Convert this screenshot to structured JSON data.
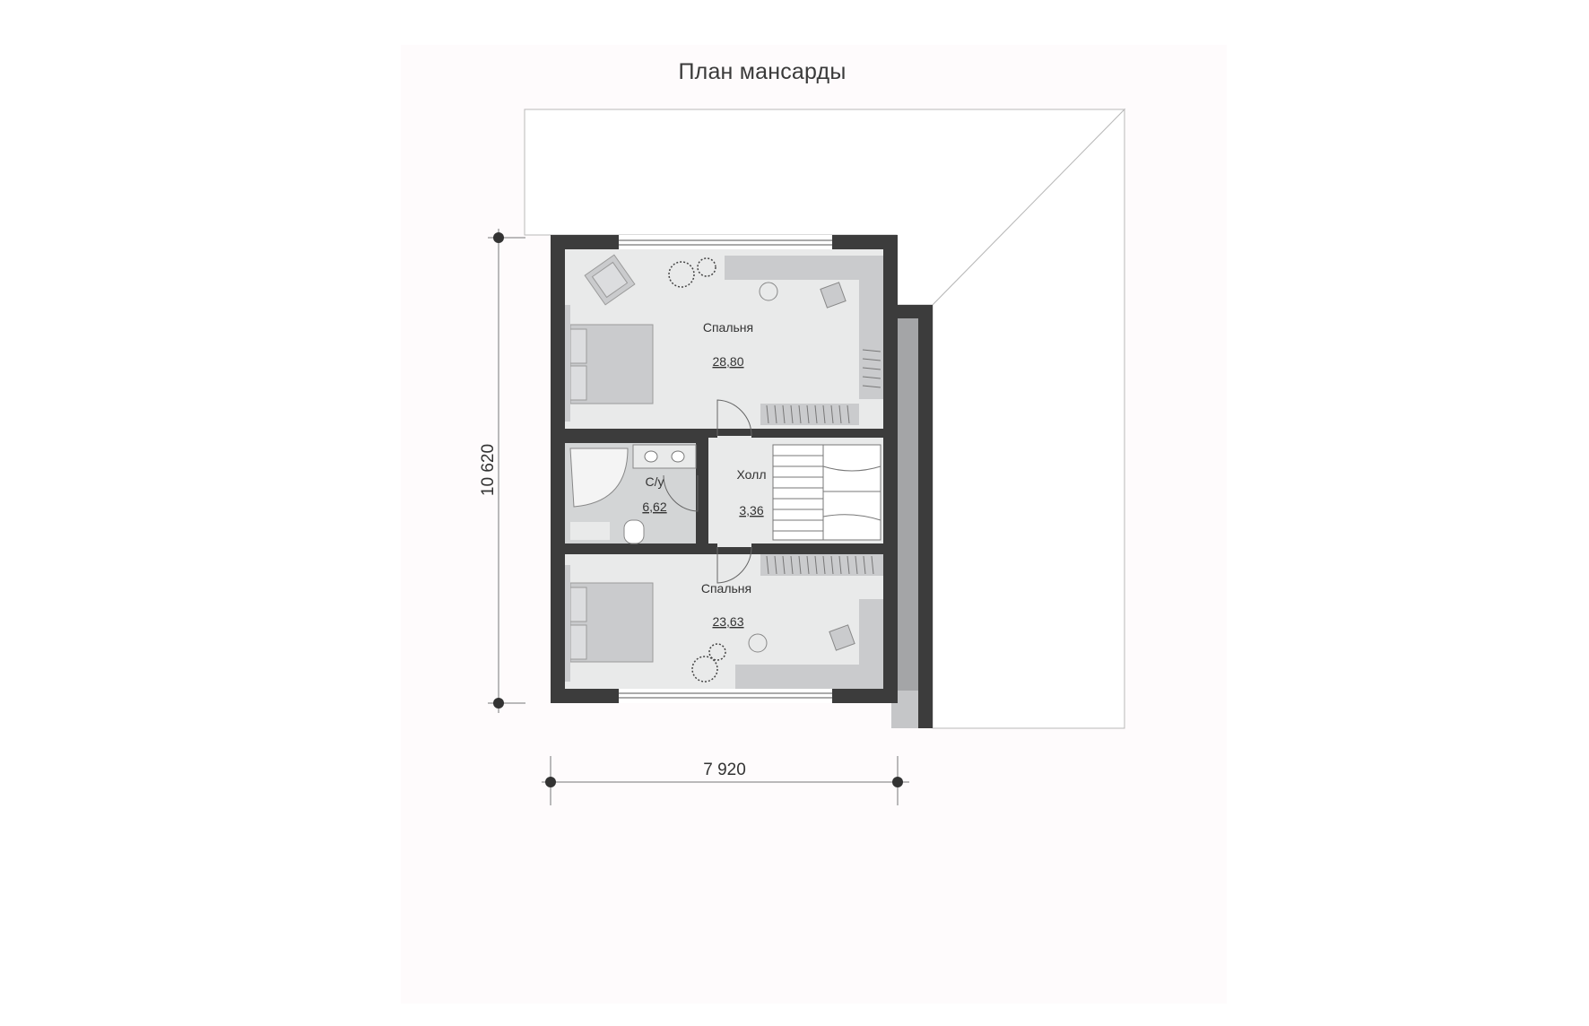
{
  "title": "План мансарды",
  "dimensions": {
    "height": "10 620",
    "width": "7 920"
  },
  "rooms": [
    {
      "name": "Спальня",
      "area": "28,80"
    },
    {
      "name": "С/у",
      "area": "6,62"
    },
    {
      "name": "Холл",
      "area": "3,36"
    },
    {
      "name": "Спальня",
      "area": "23,63"
    }
  ],
  "colors": {
    "sheet": "#fefbfc",
    "wall": "#3c3c3c",
    "floor": "#e9eaea",
    "bathroom_floor": "#d3d5d6",
    "furniture": "#cacbcd",
    "roof": "#ffffff"
  }
}
